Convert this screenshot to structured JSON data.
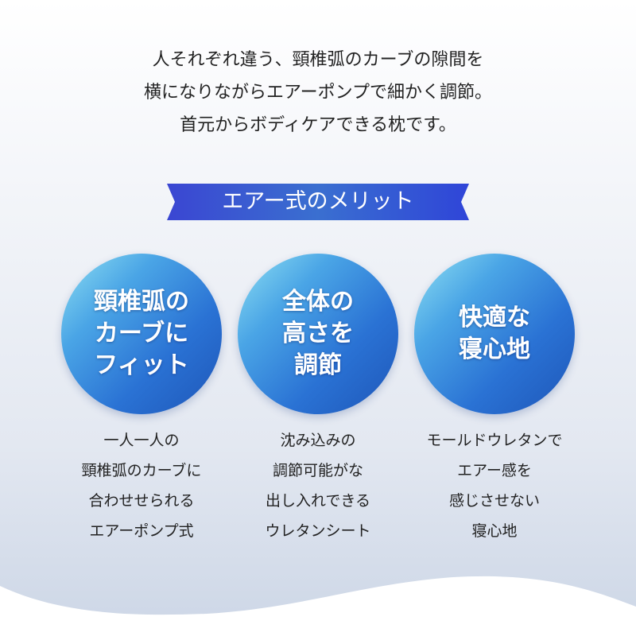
{
  "intro": {
    "lines": [
      "人それぞれ違う、頸椎弧のカーブの隙間を",
      "横になりながらエアーポンプで細かく調節。",
      "首元からボディケアできる枕です。"
    ]
  },
  "banner": {
    "label": "エアー式のメリット",
    "color": "#3552d6"
  },
  "merits": [
    {
      "title": [
        "頸椎弧の",
        "カーブに",
        "フィット"
      ],
      "desc": [
        "一人一人の",
        "頸椎弧のカーブに",
        "合わせせられる",
        "エアーポンプ式"
      ]
    },
    {
      "title": [
        "全体の",
        "高さを",
        "調節"
      ],
      "desc": [
        "沈み込みの",
        "調節可能がな",
        "出し入れできる",
        "ウレタンシート"
      ]
    },
    {
      "title": [
        "快適な",
        "寝心地"
      ],
      "desc": [
        "モールドウレタンで",
        "エアー感を",
        "感じさせない",
        "寝心地"
      ]
    }
  ]
}
